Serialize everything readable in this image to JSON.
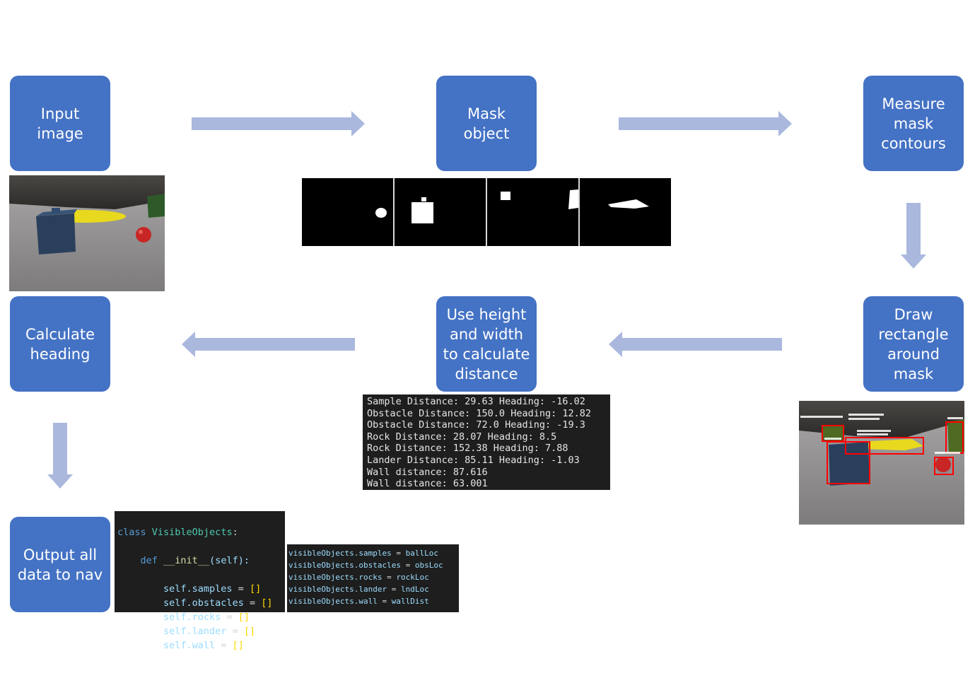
{
  "steps": {
    "input_image": "Input\nimage",
    "mask_object": "Mask\nobject",
    "measure_contours": "Measure\nmask\ncontours",
    "draw_rectangle": "Draw\nrectangle\naround\nmask",
    "use_height_width": "Use height\nand width\nto calculate\ndistance",
    "calculate_heading": "Calculate\nheading",
    "output_data": "Output all\ndata to nav"
  },
  "terminal_output": [
    "Sample Distance: 29.63 Heading: -16.02",
    "Obstacle Distance: 150.0 Heading: 12.82",
    "Obstacle Distance: 72.0 Heading: -19.3",
    "Rock Distance: 28.07 Heading: 8.5",
    "Rock Distance: 152.38 Heading: 7.88",
    "Lander Distance: 85.11 Heading: -1.03",
    "Wall distance: 87.616",
    "Wall distance: 63.001"
  ],
  "class_code": {
    "keyword_class": "class",
    "class_name": "VisibleObjects",
    "colon": ":",
    "keyword_def": "def",
    "init_name": "__init__",
    "init_params": "(self):",
    "self_prefix": "self.",
    "equals": " = ",
    "empty_list": "[]",
    "fields": [
      "samples",
      "obstacles",
      "rocks",
      "lander",
      "wall"
    ]
  },
  "assignments": [
    {
      "left": "visibleObjects.samples",
      "right": "ballLoc"
    },
    {
      "left": "visibleObjects.obstacles",
      "right": "obsLoc"
    },
    {
      "left": "visibleObjects.rocks",
      "right": "rockLoc"
    },
    {
      "left": "visibleObjects.lander",
      "right": "lndLoc"
    },
    {
      "left": "visibleObjects.wall",
      "right": "wallDist"
    }
  ],
  "colors": {
    "box_fill": "#4472c4",
    "arrow_fill": "#aab8de",
    "terminal_bg": "#1e1e1e",
    "detection_box": "#ff0000"
  }
}
